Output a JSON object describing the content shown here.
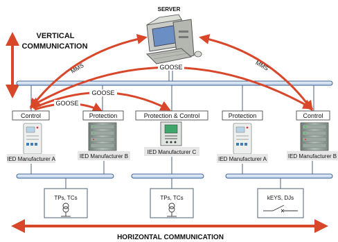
{
  "server": {
    "label": "SERVER"
  },
  "vertical_label": {
    "line1": "VERTICAL",
    "line2": "COMMUNICATION"
  },
  "horizontal_label": "HORIZONTAL COMMUNICATION",
  "links": {
    "mms_left": "MMS",
    "mms_right": "MMS",
    "goose_top": "GOOSE",
    "goose_mid": "GOOSE",
    "goose_left": "GOOSE"
  },
  "bays": [
    {
      "role": "Control",
      "manufacturer": "IED Manufacturer A"
    },
    {
      "role": "Protection",
      "manufacturer": "IED Manufacturer B"
    },
    {
      "role": "Protection & Control",
      "manufacturer": "IED Manufacturer C"
    },
    {
      "role": "Protection",
      "manufacturer": "IED Manufacturer A"
    },
    {
      "role": "Control",
      "manufacturer": "IED Manufacturer B"
    }
  ],
  "field_devices": [
    {
      "label": "TPs, TCs"
    },
    {
      "label": "TPs, TCs"
    },
    {
      "label": "kEYS, DJs"
    }
  ],
  "colors": {
    "arrow": "#d9472b",
    "bus_fill": "#dbe9f7",
    "bus_stroke": "#3d5f93",
    "line": "#4d5f7a"
  }
}
